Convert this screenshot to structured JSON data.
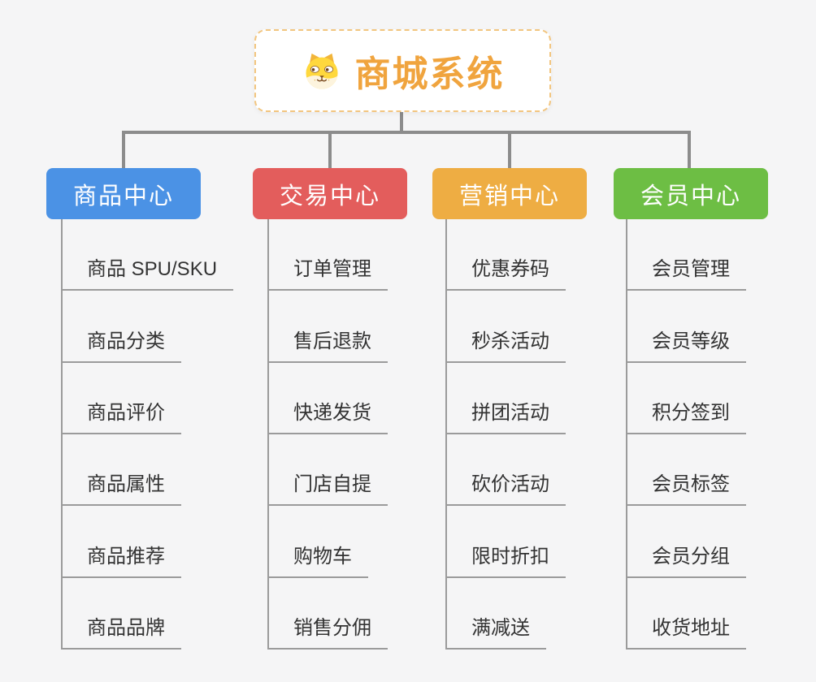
{
  "root": {
    "title": "商城系统",
    "icon": "dog-face-icon"
  },
  "branches": [
    {
      "id": "product-center",
      "label": "商品中心",
      "color": "#4b92e5",
      "children": [
        "商品 SPU/SKU",
        "商品分类",
        "商品评价",
        "商品属性",
        "商品推荐",
        "商品品牌"
      ]
    },
    {
      "id": "trade-center",
      "label": "交易中心",
      "color": "#e35d5c",
      "children": [
        "订单管理",
        "售后退款",
        "快递发货",
        "门店自提",
        "购物车",
        "销售分佣"
      ]
    },
    {
      "id": "marketing-center",
      "label": "营销中心",
      "color": "#eead43",
      "children": [
        "优惠券码",
        "秒杀活动",
        "拼团活动",
        "砍价活动",
        "限时折扣",
        "满减送"
      ]
    },
    {
      "id": "member-center",
      "label": "会员中心",
      "color": "#6dbe44",
      "children": [
        "会员管理",
        "会员等级",
        "积分签到",
        "会员标签",
        "会员分组",
        "收货地址"
      ]
    }
  ],
  "colors": {
    "background": "#f5f5f6",
    "root_accent": "#f0a43e",
    "root_border": "#f2c57f",
    "branch_blue": "#4b92e5",
    "branch_red": "#e35d5c",
    "branch_orange": "#eead43",
    "branch_green": "#6dbe44",
    "connector": "#8c8c8c",
    "leaf_line": "#9b9b9b",
    "leaf_text": "#333333"
  }
}
